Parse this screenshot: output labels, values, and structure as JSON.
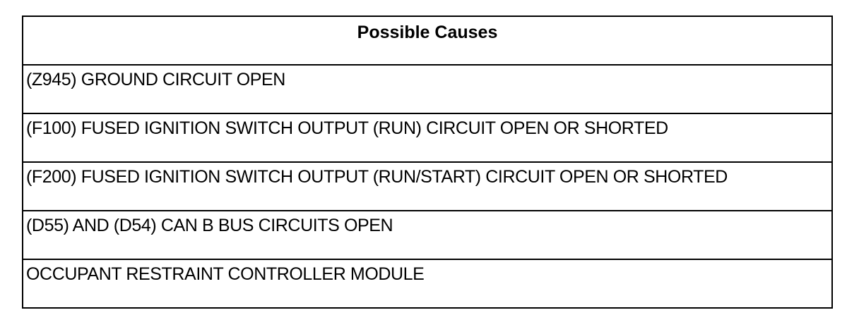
{
  "table": {
    "header": "Possible Causes",
    "rows": [
      "(Z945) GROUND CIRCUIT OPEN",
      "(F100) FUSED IGNITION SWITCH OUTPUT (RUN) CIRCUIT OPEN OR SHORTED",
      "(F200) FUSED IGNITION SWITCH OUTPUT (RUN/START) CIRCUIT OPEN OR SHORTED",
      "(D55) AND (D54) CAN B BUS CIRCUITS OPEN",
      "OCCUPANT RESTRAINT CONTROLLER MODULE"
    ]
  }
}
